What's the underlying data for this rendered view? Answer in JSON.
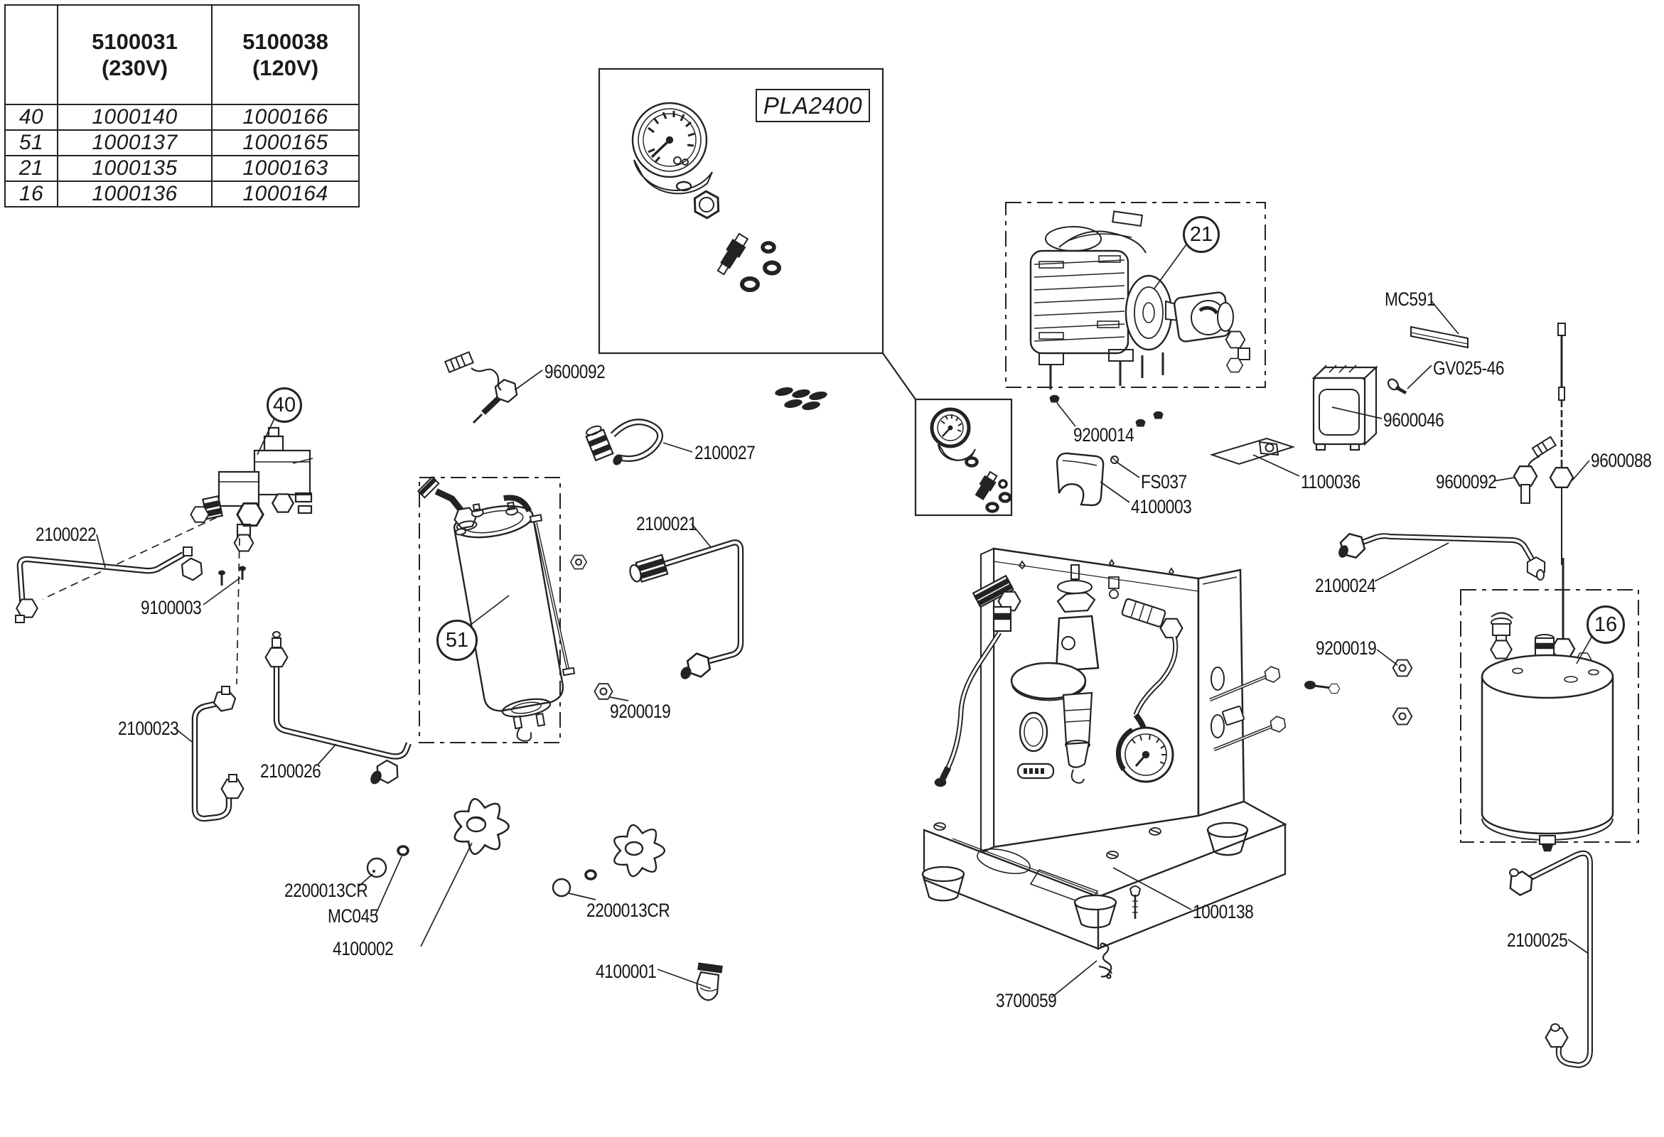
{
  "kit_label": "PLA2400",
  "table": {
    "col_headers": [
      "5100031\n(230V)",
      "5100038\n(120V)"
    ],
    "rows": [
      {
        "ref": "40",
        "v230": "1000140",
        "v120": "1000166"
      },
      {
        "ref": "51",
        "v230": "1000137",
        "v120": "1000165"
      },
      {
        "ref": "21",
        "v230": "1000135",
        "v120": "1000163"
      },
      {
        "ref": "16",
        "v230": "1000136",
        "v120": "1000164"
      }
    ]
  },
  "badges": {
    "valve_group": "40",
    "heat_exchanger": "51",
    "pump_motor": "21",
    "steam_boiler": "16"
  },
  "callouts": {
    "temp_sensor_left": "9600092",
    "gauge_tube": "2100027",
    "inlet_tube": "2100022",
    "screw_set": "9100003",
    "loop_tube": "2100023",
    "middle_tube": "2100026",
    "group_tube": "2100021",
    "nut_left": "9200019",
    "oring_left": "2200013CR",
    "cap_mc045": "MC045",
    "steam_knob": "4100002",
    "oring_right": "2200013CR",
    "suction_cup": "4100001",
    "cap_nuts": "9200014",
    "screw_fs037": "FS037",
    "pump_cover": "4100003",
    "plate": "1100036",
    "strip_mc591": "MC591",
    "screw_gv": "GV025-46",
    "control_box": "9600046",
    "temp_sensor_right": "9600092",
    "level_probe": "9600088",
    "boiler_tube": "2100024",
    "nut_right": "9200019",
    "base_frame": "1000138",
    "clip": "3700059",
    "drain_tube": "2100025"
  }
}
